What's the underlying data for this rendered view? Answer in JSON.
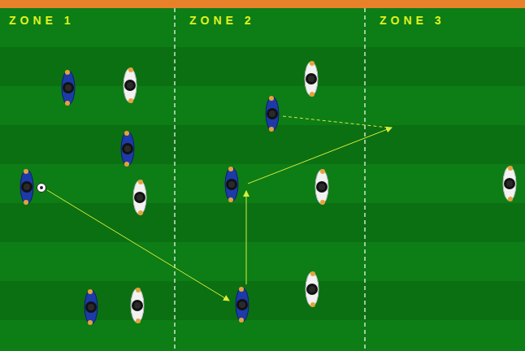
{
  "diagram": {
    "labels": [
      "ZONE 1",
      "ZONE 2",
      "ZONE 3"
    ]
  }
}
